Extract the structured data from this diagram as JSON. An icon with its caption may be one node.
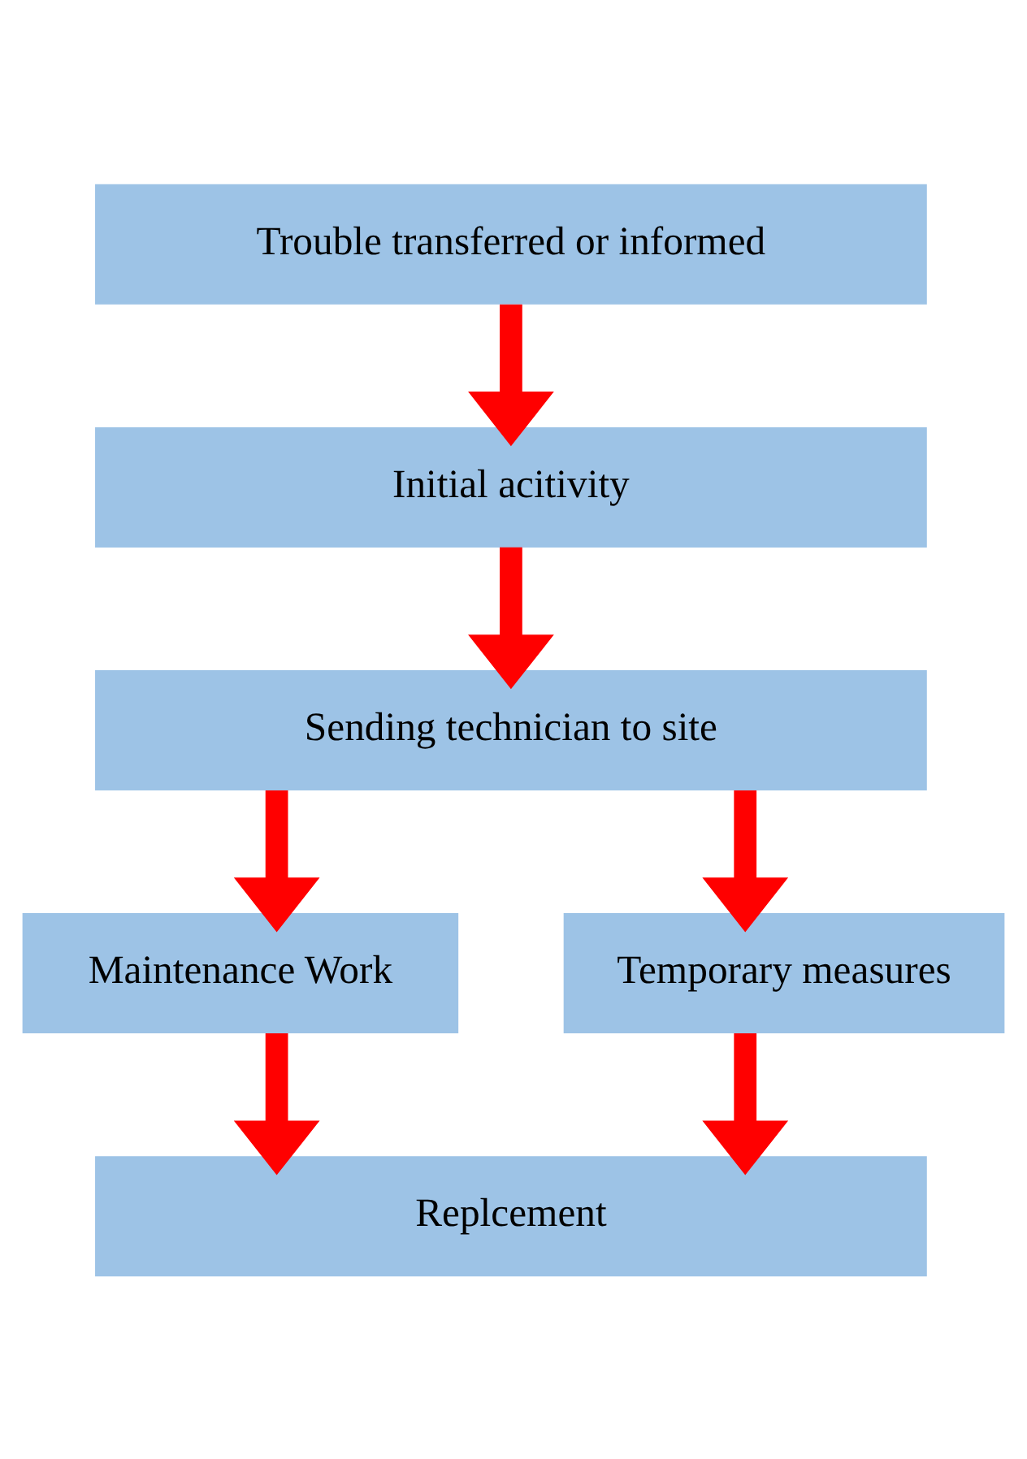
{
  "diagram": {
    "nodes": [
      {
        "text": [
          "Trouble transferred or informed"
        ]
      },
      {
        "text": [
          "Initial acitivity"
        ]
      },
      {
        "text": [
          "Sending technician to site"
        ]
      },
      {
        "text": [
          "Maintenance Work"
        ]
      },
      {
        "text": [
          "Temporary measures"
        ]
      },
      {
        "text": [
          "Replcement"
        ]
      }
    ],
    "edges": [
      {
        "from": 0,
        "to": 1,
        "arrow": "to"
      },
      {
        "from": 1,
        "to": 2,
        "arrow": "to"
      },
      {
        "from": 2,
        "to": 3,
        "arrow": "to"
      },
      {
        "from": 2,
        "to": 4,
        "arrow": "to"
      },
      {
        "from": 3,
        "to": 5,
        "arrow": "to"
      },
      {
        "from": 4,
        "to": 5,
        "arrow": "to"
      }
    ]
  }
}
